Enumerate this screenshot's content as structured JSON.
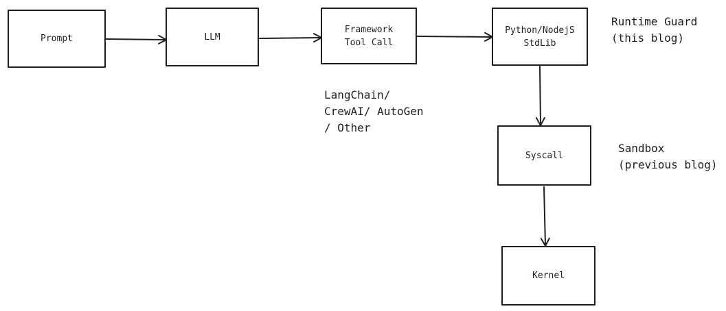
{
  "nodes": {
    "prompt": "Prompt",
    "llm": "LLM",
    "framework": "Framework\nTool Call",
    "stdlib": "Python/NodejS\nStdLib",
    "syscall": "Syscall",
    "kernel": "Kernel"
  },
  "notes": {
    "frameworks": "LangChain/\nCrewAI/ AutoGen\n/ Other",
    "runtime_guard": "Runtime Guard\n(this blog)",
    "sandbox": "Sandbox\n(previous blog)"
  },
  "colors": {
    "stroke": "#1e1e1e",
    "background": "#ffffff"
  }
}
